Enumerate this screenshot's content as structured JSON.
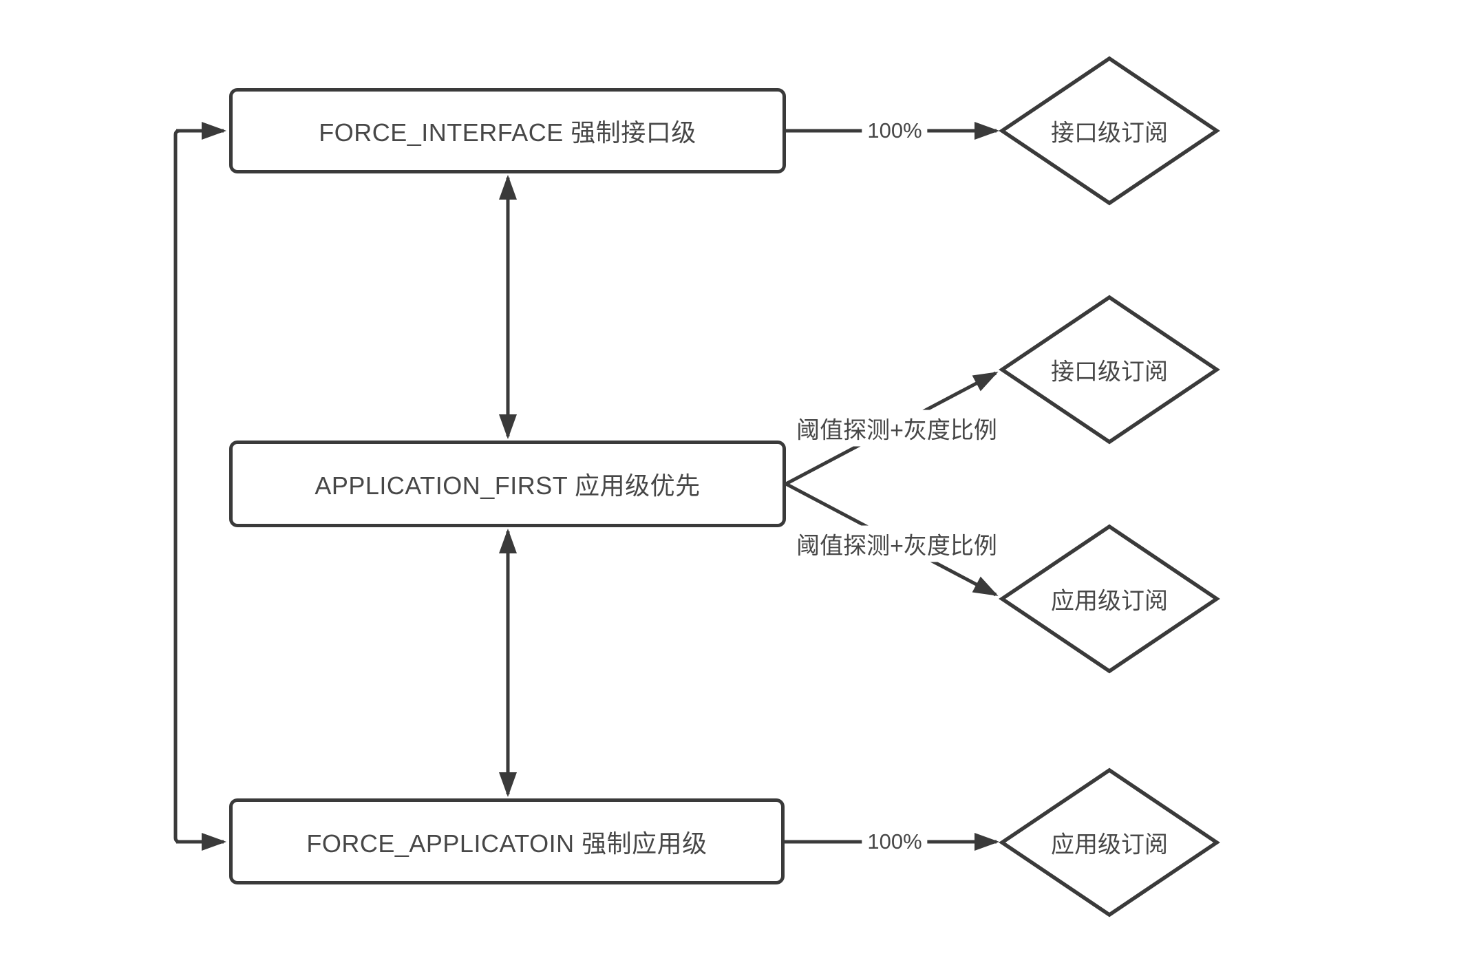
{
  "diagram": {
    "nodes": {
      "force_interface": "FORCE_INTERFACE 强制接口级",
      "application_first": "APPLICATION_FIRST 应用级优先",
      "force_application": "FORCE_APPLICATOIN 强制应用级",
      "subscribe_interface_top": "接口级订阅",
      "subscribe_interface_mid": "接口级订阅",
      "subscribe_application_mid": "应用级订阅",
      "subscribe_application_bottom": "应用级订阅"
    },
    "edge_labels": {
      "force_interface_percent": "100%",
      "force_application_percent": "100%",
      "threshold_upper": "阈值探测+灰度比例",
      "threshold_lower": "阈值探测+灰度比例"
    },
    "colors": {
      "line": "#3a3a3a",
      "text": "#474747",
      "canvas": "#ffffff"
    }
  }
}
